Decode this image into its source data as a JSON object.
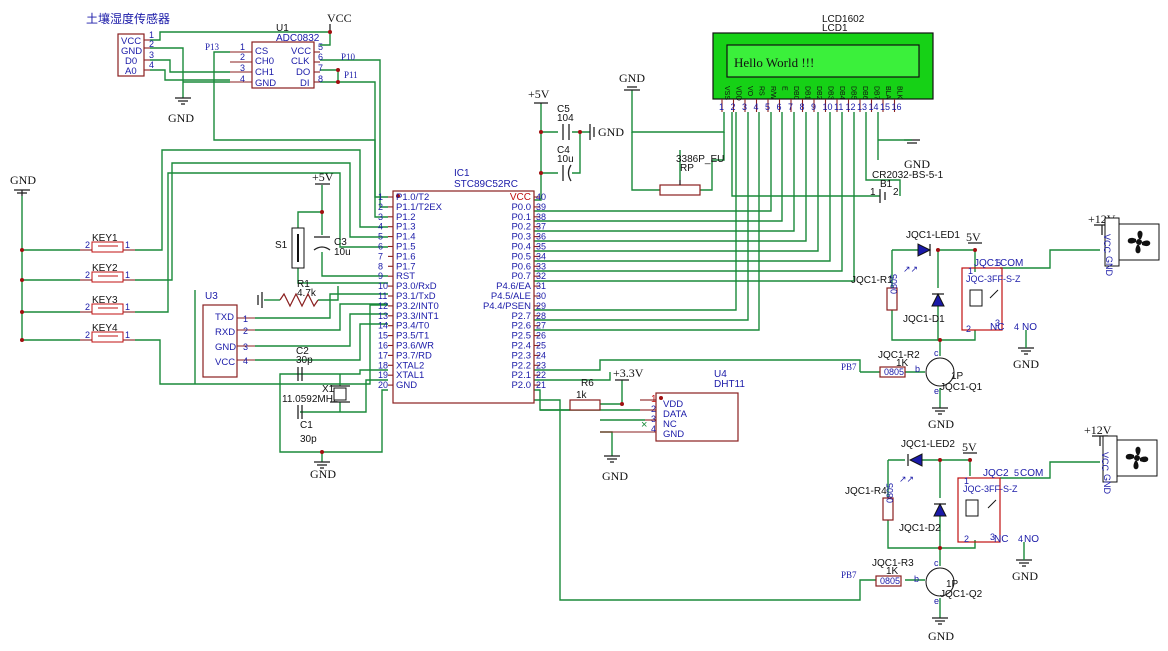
{
  "sensor": {
    "title": "土壤湿度传感器",
    "pins": [
      "VCC",
      "GND",
      "D0",
      "A0"
    ],
    "nums": [
      "1",
      "2",
      "3",
      "4"
    ]
  },
  "u1": {
    "ref": "U1",
    "part": "ADC0832",
    "left": [
      "CS",
      "CH0",
      "CH1",
      "GND"
    ],
    "right": [
      "VCC",
      "CLK",
      "DO",
      "DI"
    ],
    "left_nums": [
      "1",
      "2",
      "3",
      "4"
    ],
    "right_nums": [
      "5",
      "6",
      "7",
      "8"
    ]
  },
  "nets": {
    "p13": "P13",
    "p10": "P10",
    "p11": "P11",
    "pb7a": "PB7",
    "pb7b": "PB7"
  },
  "power": {
    "vcc": "VCC",
    "gnd": "GND",
    "p5v": "+5V",
    "p33v": "+3.3V",
    "p12v": "+12V",
    "v5": "5V"
  },
  "ic1": {
    "ref": "IC1",
    "part": "STC89C52RC",
    "left": [
      "P1.0/T2",
      "P1.1/T2EX",
      "P1.2",
      "P1.3",
      "P1.4",
      "P1.5",
      "P1.6",
      "P1.7",
      "RST",
      "P3.0/RxD",
      "P3.1/TxD",
      "P3.2/INT0",
      "P3.3/INT1",
      "P3.4/T0",
      "P3.5/T1",
      "P3.6/WR",
      "P3.7/RD",
      "XTAL2",
      "XTAL1",
      "GND"
    ],
    "left_nums": [
      "1",
      "2",
      "3",
      "4",
      "5",
      "6",
      "7",
      "8",
      "9",
      "10",
      "11",
      "12",
      "13",
      "14",
      "15",
      "16",
      "17",
      "18",
      "19",
      "20"
    ],
    "right": [
      "VCC",
      "P0.0",
      "P0.1",
      "P0.2",
      "P0.3",
      "P0.4",
      "P0.5",
      "P0.6",
      "P0.7",
      "P4.6/EA",
      "P4.5/ALE",
      "P4.4/PSEN",
      "P2.7",
      "P2.6",
      "P2.5",
      "P2.4",
      "P2.3",
      "P2.2",
      "P2.1",
      "P2.0"
    ],
    "right_nums": [
      "40",
      "39",
      "38",
      "37",
      "36",
      "35",
      "34",
      "33",
      "32",
      "31",
      "30",
      "29",
      "28",
      "27",
      "26",
      "25",
      "24",
      "23",
      "22",
      "21"
    ]
  },
  "lcd": {
    "ref1": "LCD1602",
    "ref2": "LCD1",
    "text": "Hello World !!!",
    "pins": [
      "VSS",
      "VDD",
      "VO",
      "RS",
      "R/W",
      "E",
      "DB0",
      "DB1",
      "DB2",
      "DB3",
      "DB4",
      "DB5",
      "DB6",
      "DB7",
      "BLA",
      "BLK"
    ],
    "nums": [
      "1",
      "2",
      "3",
      "4",
      "5",
      "6",
      "7",
      "8",
      "9",
      "10",
      "11",
      "12",
      "13",
      "14",
      "15",
      "16"
    ]
  },
  "parts": {
    "c5": "C5",
    "c5v": "104",
    "c4": "C4",
    "c4v": "10u",
    "rp": "RP",
    "rp_part": "3386P_EU",
    "b1": "B1",
    "b1_part": "CR2032-BS-5-1",
    "b1_n1": "1",
    "b1_n2": "2",
    "s1": "S1",
    "c3": "C3",
    "c3v": "10u",
    "r1": "R1",
    "r1v": "4.7k",
    "c2": "C2",
    "c2v": "30p",
    "c1": "C1",
    "c1v": "30p",
    "x1": "X1",
    "x1v": "11.0592MHz",
    "r6": "R6",
    "r6v": "1k"
  },
  "keys": [
    "KEY1",
    "KEY2",
    "KEY3",
    "KEY4"
  ],
  "key_nums": {
    "a": "2",
    "b": "1"
  },
  "u3": {
    "ref": "U3",
    "pins": [
      "TXD",
      "RXD",
      "GND",
      "VCC"
    ],
    "nums": [
      "1",
      "2",
      "3",
      "4"
    ]
  },
  "u4": {
    "ref": "U4",
    "part": "DHT11",
    "pins": [
      "VDD",
      "DATA",
      "NC",
      "GND"
    ],
    "nums": [
      "1",
      "2",
      "3",
      "4"
    ]
  },
  "relay1": {
    "led": "JQC1-LED1",
    "r1": "JQC1-R1",
    "d1": "JQC1-D1",
    "r2": "JQC1-R2",
    "r2v": "1K",
    "q": "JQC1-Q1",
    "qv": "1P",
    "relay": "JQC1",
    "relay_part": "JQC-3FF-S-Z",
    "pkg": "0805"
  },
  "relay2": {
    "led": "JQC1-LED2",
    "r1": "JQC1-R4",
    "d1": "JQC1-D2",
    "r2": "JQC1-R3",
    "r2v": "1K",
    "q": "JQC1-Q2",
    "qv": "1P",
    "relay": "JQC2",
    "relay_part": "JQC-3FF-S-Z",
    "pkg": "0805"
  },
  "relay_pins": {
    "com": "COM",
    "nc": "NC",
    "no": "NO",
    "n1": "1",
    "n2": "2",
    "n3": "3",
    "n4": "4",
    "n5": "5"
  },
  "tr_pins": {
    "b": "b",
    "c": "c",
    "e": "e"
  },
  "fan_pins": {
    "vcc": "VCC",
    "gnd": "GND"
  }
}
